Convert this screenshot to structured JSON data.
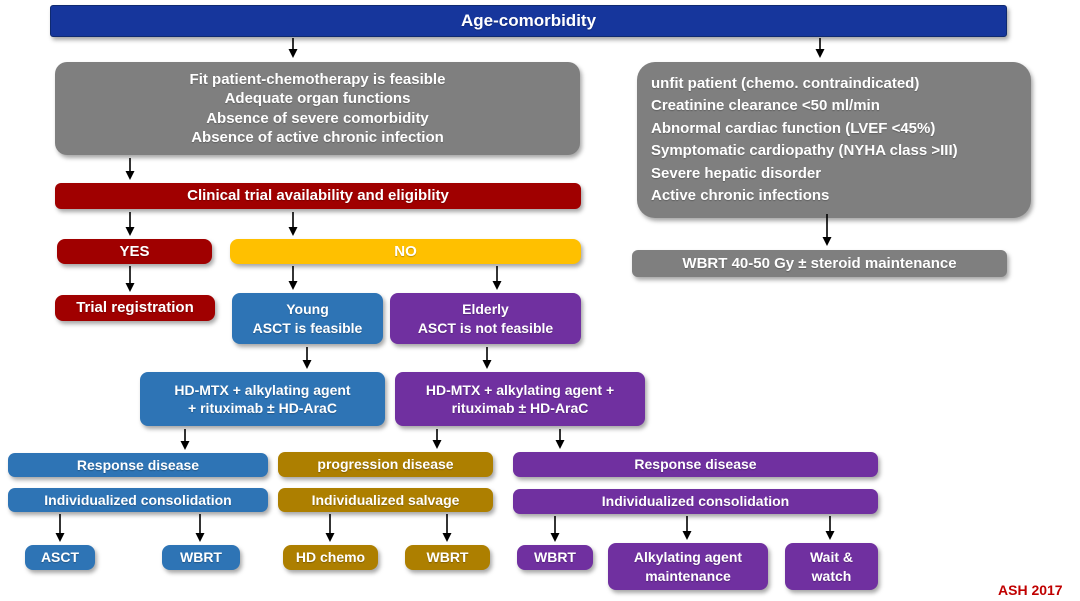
{
  "colors": {
    "header-blue": "#16369c",
    "gray": "#7f7f7f",
    "dark-red": "#a00000",
    "yellow": "#ffc000",
    "blue": "#2e74b5",
    "purple": "#7030a0",
    "gold": "#ad7f00",
    "credit-red": "#c00000",
    "arrow": "#000000"
  },
  "header": {
    "title": "Age-comorbidity"
  },
  "fit_box": {
    "lines": [
      "Fit patient-chemotherapy is feasible",
      "Adequate organ functions",
      "Absence of severe comorbidity",
      "Absence of active chronic infection"
    ]
  },
  "unfit_box": {
    "lines": [
      "unfit patient (chemo. contraindicated)",
      "Creatinine clearance <50 ml/min",
      "Abnormal cardiac function (LVEF <45%)",
      "Symptomatic cardiopathy (NYHA class >III)",
      "Severe hepatic disorder",
      "Active chronic infections"
    ]
  },
  "trial_bar": {
    "label": "Clinical trial availability and eligiblity"
  },
  "wbrt_maintenance_bar": {
    "label": "WBRT 40-50 Gy ± steroid maintenance"
  },
  "yes_box": {
    "label": "YES"
  },
  "no_box": {
    "label": "NO"
  },
  "trial_registration": {
    "label": "Trial registration"
  },
  "young_box": {
    "lines": [
      "Young",
      "ASCT is feasible"
    ]
  },
  "elderly_box": {
    "lines": [
      "Elderly",
      "ASCT is not feasible"
    ]
  },
  "mtx_young": {
    "lines": [
      "HD-MTX + alkylating agent",
      "+ rituximab ± HD-AraC"
    ]
  },
  "mtx_elderly": {
    "lines": [
      "HD-MTX + alkylating agent +",
      "rituximab ± HD-AraC"
    ]
  },
  "response_young": {
    "label": "Response disease"
  },
  "progression": {
    "label": "progression disease"
  },
  "response_elderly": {
    "label": "Response disease"
  },
  "consolidation_young": {
    "label": "Individualized consolidation"
  },
  "salvage": {
    "label": "Individualized salvage"
  },
  "consolidation_elderly": {
    "label": "Individualized consolidation"
  },
  "asct": {
    "label": "ASCT"
  },
  "wbrt_young": {
    "label": "WBRT"
  },
  "hd_chemo": {
    "label": "HD chemo"
  },
  "wbrt_salvage": {
    "label": "WBRT"
  },
  "wbrt_elderly": {
    "label": "WBRT"
  },
  "alkylating": {
    "lines": [
      "Alkylating agent",
      "maintenance"
    ]
  },
  "wait_watch": {
    "lines": [
      "Wait &",
      "watch"
    ]
  },
  "credit": {
    "label": "ASH 2017"
  }
}
